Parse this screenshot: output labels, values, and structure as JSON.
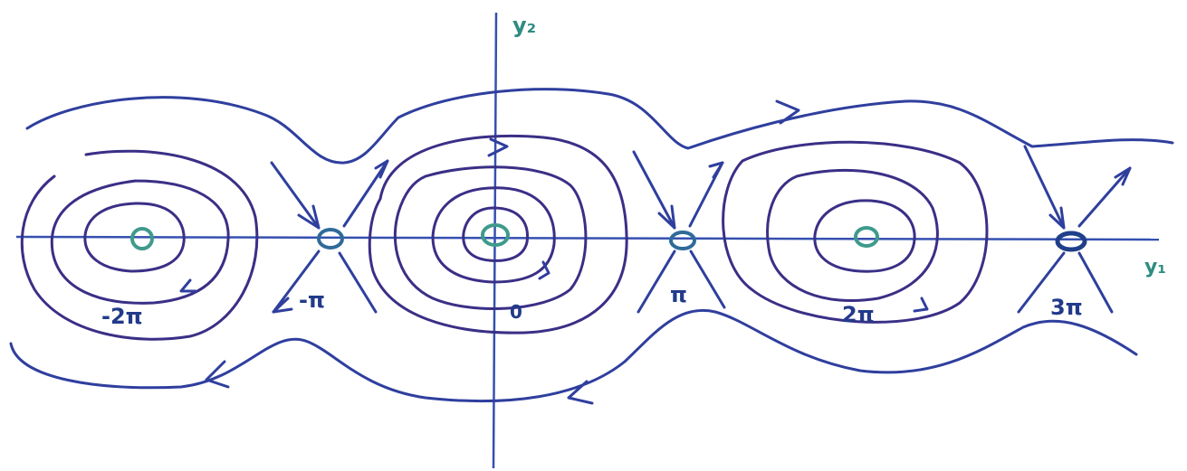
{
  "axes": {
    "horizontal_label": "y₁",
    "vertical_label": "y₂"
  },
  "critical_points": [
    {
      "label": "-2π",
      "kind": "center"
    },
    {
      "label": "-π",
      "kind": "saddle"
    },
    {
      "label": "0",
      "kind": "center"
    },
    {
      "label": "π",
      "kind": "saddle"
    },
    {
      "label": "2π",
      "kind": "center"
    },
    {
      "label": "3π",
      "kind": "saddle"
    }
  ],
  "colors": {
    "trajectory": "#2f3f9e",
    "trajectory_dark": "#3a2f86",
    "axis": "#3550b0",
    "equilibrium": "#3f9a8c",
    "saddle_point": "#2f6b9a",
    "axis_label": "#2f8c82",
    "tick_label": "#223a8a"
  }
}
